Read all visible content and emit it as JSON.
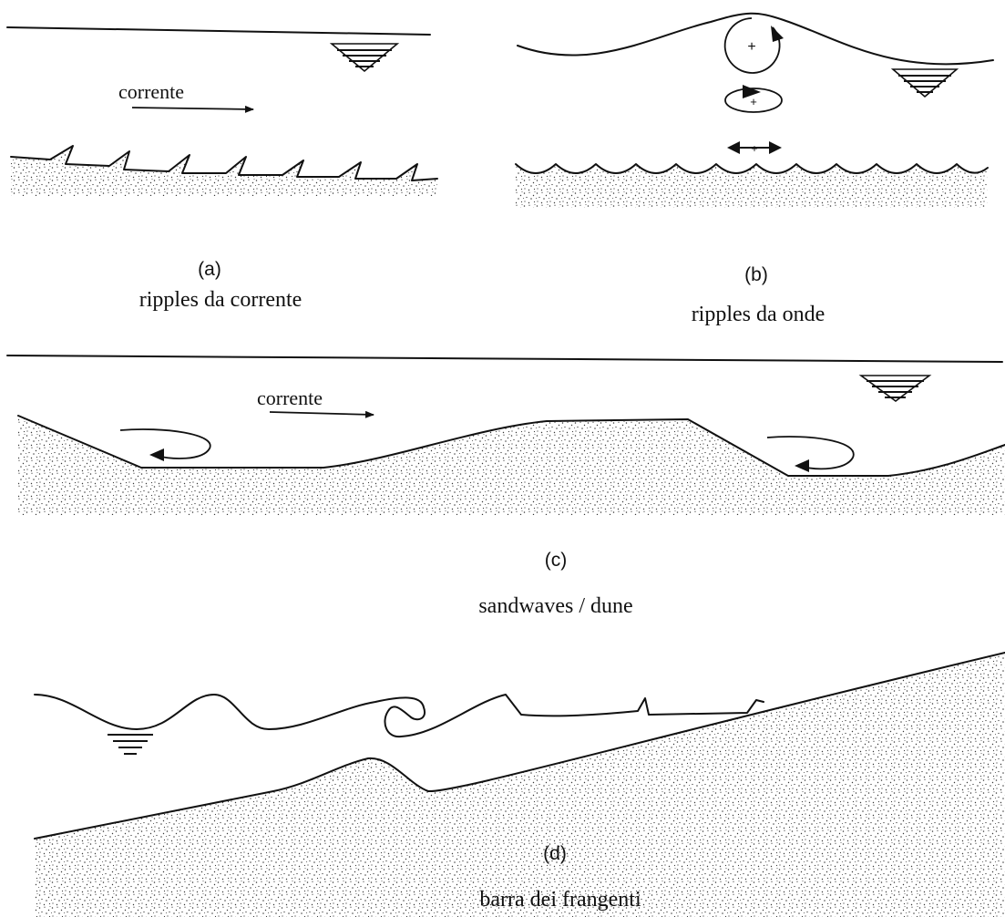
{
  "panels": {
    "a": {
      "tag": "(a)",
      "caption": "ripples da corrente",
      "flow_label": "corrente"
    },
    "b": {
      "tag": "(b)",
      "caption": "ripples da onde"
    },
    "c": {
      "tag": "(c)",
      "caption": "sandwaves / dune",
      "flow_label": "corrente"
    },
    "d": {
      "tag": "(d)",
      "caption": "barra dei frangenti"
    }
  },
  "colors": {
    "ink": "#111111",
    "paper": "#ffffff",
    "sand_dot": "#3a3a3a"
  }
}
